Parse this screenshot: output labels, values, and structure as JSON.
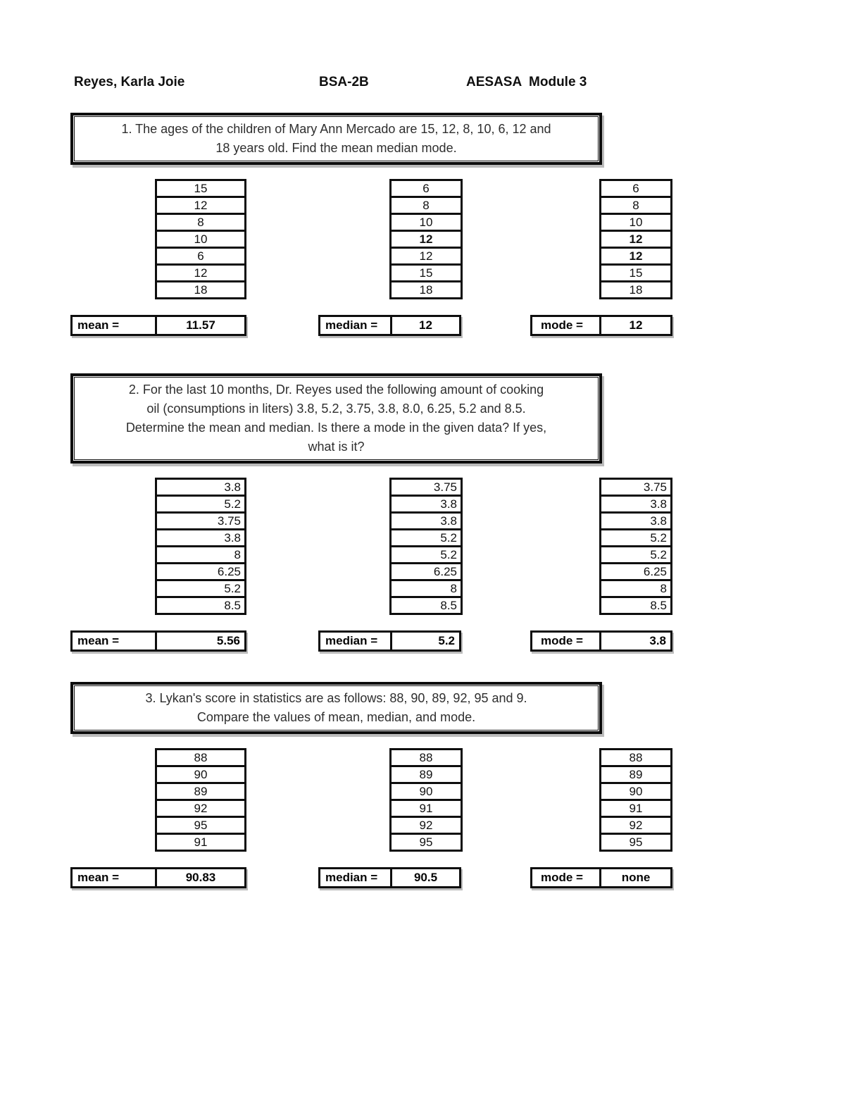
{
  "header": {
    "student_name": "Reyes, Karla Joie",
    "section": "BSA-2B",
    "module": "AESASA  Module 3"
  },
  "problems": [
    {
      "number": 1,
      "statement": "1. The ages of the children of Mary Ann Mercado are 15, 12, 8, 10, 6, 12 and\n18 years old. Find the mean median mode.",
      "value_align": "center",
      "columns": [
        {
          "name": "raw-data",
          "values": [
            "15",
            "12",
            "8",
            "10",
            "6",
            "12",
            "18"
          ],
          "bold_rows": []
        },
        {
          "name": "sorted-data",
          "values": [
            "6",
            "8",
            "10",
            "12",
            "12",
            "15",
            "18"
          ],
          "bold_rows": [
            3
          ]
        },
        {
          "name": "sorted-data-mode",
          "values": [
            "6",
            "8",
            "10",
            "12",
            "12",
            "15",
            "18"
          ],
          "bold_rows": [
            3,
            4
          ]
        }
      ],
      "results": [
        {
          "label": "mean =",
          "value": "11.57"
        },
        {
          "label": "median =",
          "value": "12"
        },
        {
          "label": "mode =",
          "value": "12"
        }
      ]
    },
    {
      "number": 2,
      "statement": "2. For the last 10 months, Dr. Reyes used the following amount of cooking\noil (consumptions in liters) 3.8, 5.2, 3.75, 3.8, 8.0, 6.25,  5.2 and 8.5.\nDetermine the mean and median. Is there a mode in the given data? If yes,\nwhat is it?",
      "value_align": "right",
      "columns": [
        {
          "name": "raw-data",
          "values": [
            "3.8",
            "5.2",
            "3.75",
            "3.8",
            "8",
            "6.25",
            "5.2",
            "8.5"
          ],
          "bold_rows": []
        },
        {
          "name": "sorted-data",
          "values": [
            "3.75",
            "3.8",
            "3.8",
            "5.2",
            "5.2",
            "6.25",
            "8",
            "8.5"
          ],
          "bold_rows": []
        },
        {
          "name": "sorted-data-mode",
          "values": [
            "3.75",
            "3.8",
            "3.8",
            "5.2",
            "5.2",
            "6.25",
            "8",
            "8.5"
          ],
          "bold_rows": []
        }
      ],
      "results": [
        {
          "label": "mean =",
          "value": "5.56"
        },
        {
          "label": "median =",
          "value": "5.2"
        },
        {
          "label": "mode =",
          "value": "3.8"
        }
      ]
    },
    {
      "number": 3,
      "statement": "3. Lykan's score in statistics are as follows: 88, 90, 89, 92, 95 and 9.\nCompare the values of mean, median, and mode.",
      "value_align": "center",
      "columns": [
        {
          "name": "raw-data",
          "values": [
            "88",
            "90",
            "89",
            "92",
            "95",
            "91"
          ],
          "bold_rows": []
        },
        {
          "name": "sorted-data",
          "values": [
            "88",
            "89",
            "90",
            "91",
            "92",
            "95"
          ],
          "bold_rows": []
        },
        {
          "name": "sorted-data-mode",
          "values": [
            "88",
            "89",
            "90",
            "91",
            "92",
            "95"
          ],
          "bold_rows": []
        }
      ],
      "results": [
        {
          "label": "mean =",
          "value": "90.83"
        },
        {
          "label": "median =",
          "value": "90.5"
        },
        {
          "label": "mode =",
          "value": "none"
        }
      ]
    }
  ]
}
